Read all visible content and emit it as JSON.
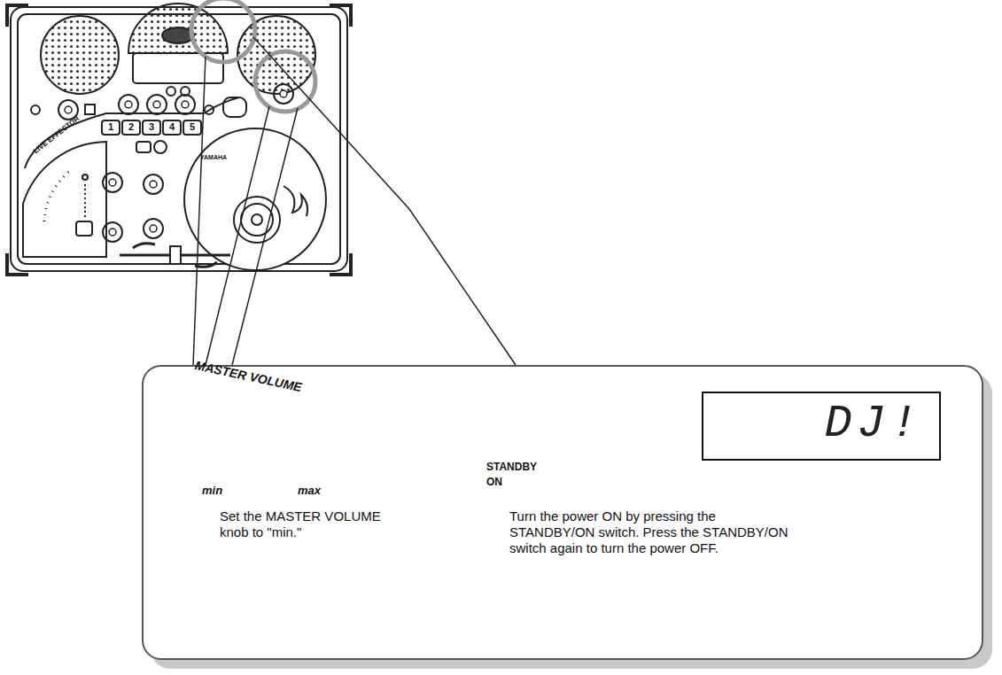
{
  "diagram": {
    "nodes": [
      {
        "text": [
          "Set the MASTER VOLUME knob to \"min.\"",
          "Turn the power ON by pressing the STANDBY/ON switch. Press the STANDBY/ON switch again to turn the power OFF."
        ]
      },
      {
        "text": [
          "DJ!"
        ],
        "in": 0
      }
    ],
    "labels": [
      "YAMAHA",
      "LIVE EFFECTOR",
      "1",
      "2",
      "3",
      "4",
      "5",
      "MASTER VOLUME",
      "min",
      "max",
      "STANDBY",
      "ON"
    ]
  }
}
